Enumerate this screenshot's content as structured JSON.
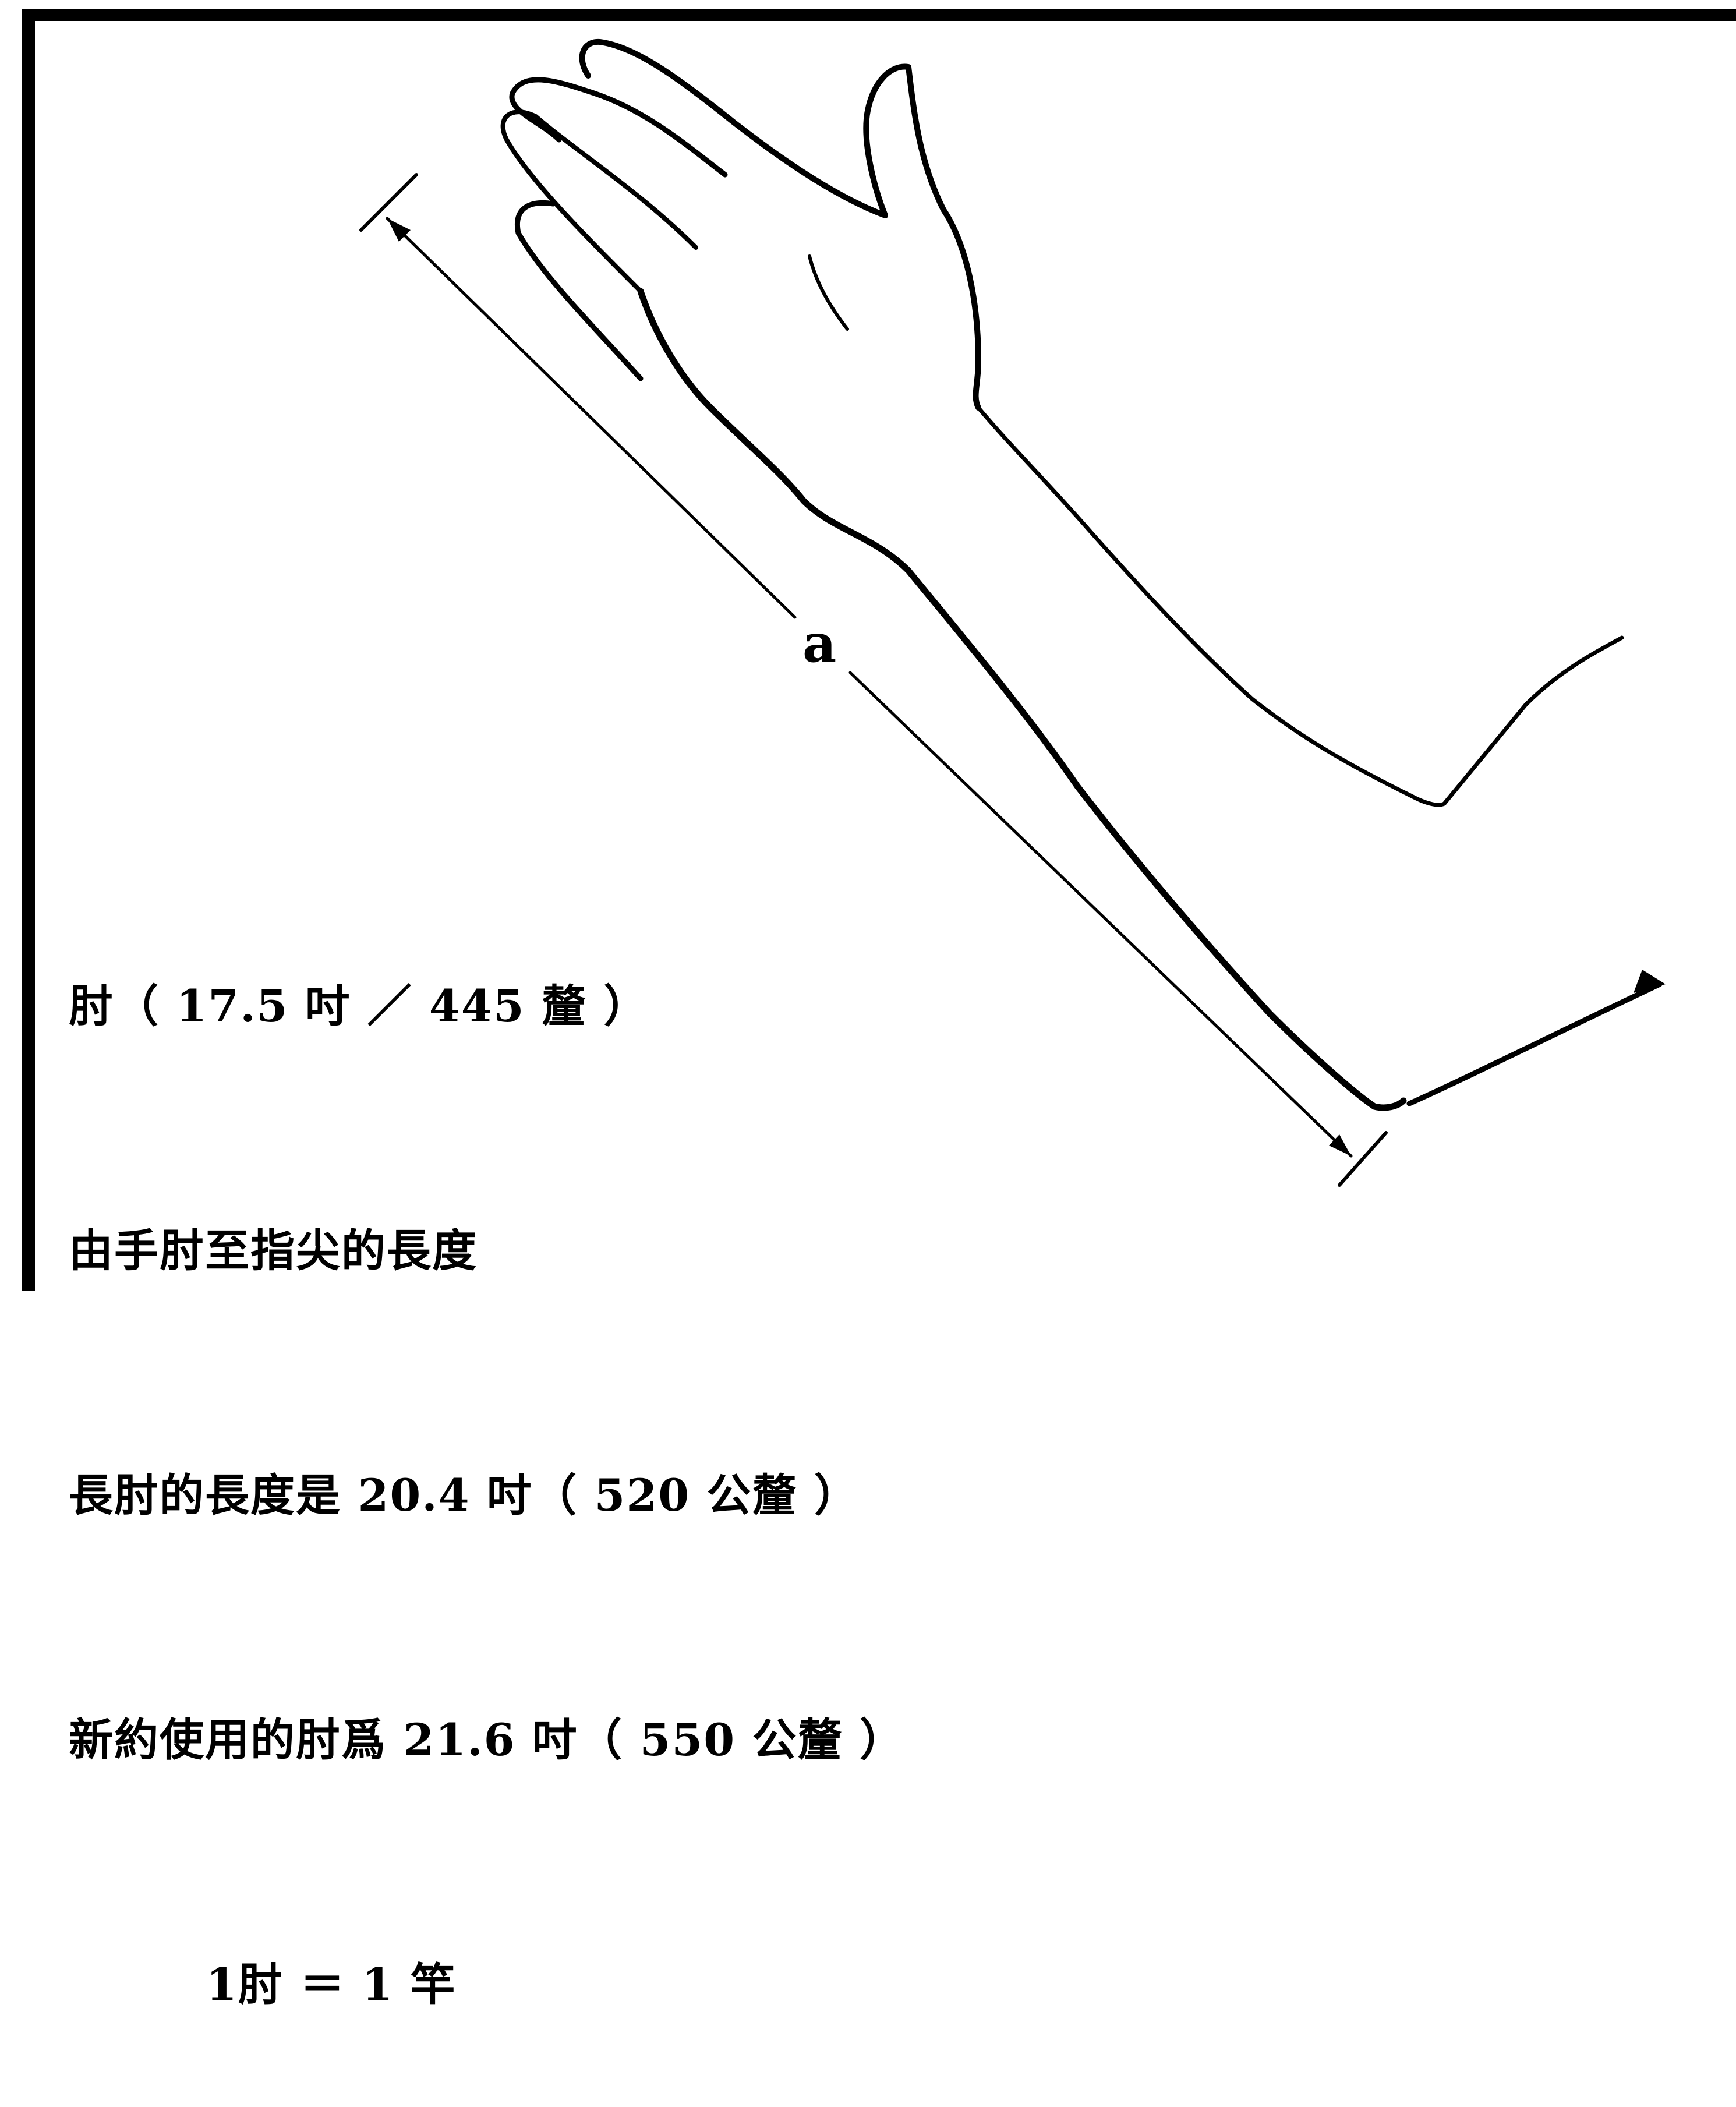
{
  "diagram": {
    "label_a": "a"
  },
  "caption": {
    "lines": [
      "肘（ 17.5 吋 ／ 445 釐 ）",
      "由手肘至指尖的長度",
      "長肘的長度是 20.4 吋（ 520 公釐 ）",
      "新約使用的肘爲 21.6 吋（ 550 公釐 ）",
      "1肘 ＝ 1 竿"
    ]
  }
}
